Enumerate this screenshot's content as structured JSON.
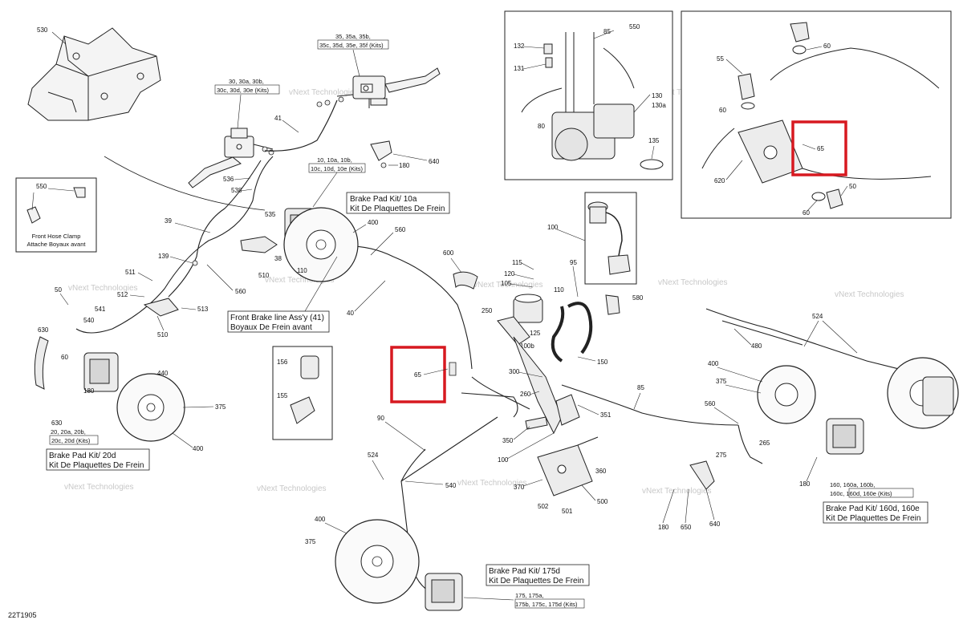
{
  "diagram_id": "22T1905",
  "callouts": {
    "c530": "530",
    "c550": "550",
    "c35": "35, 35a, 35b,",
    "c35k": "35c, 35d, 35e, 35f (Kits)",
    "c30": "30, 30a, 30b,",
    "c30k": "30c, 30d, 30e (Kits)",
    "c41": "41",
    "c536": "536",
    "c538": "538",
    "c10": "10, 10a, 10b,",
    "c10k": "10c, 10d, 10e (Kits)",
    "c180a": "180",
    "c640a": "640",
    "c39": "39",
    "c535": "535",
    "c400a": "400",
    "c560a": "560",
    "c38": "38",
    "c110a": "110",
    "c510a": "510",
    "c139": "139",
    "c511": "511",
    "c512": "512",
    "c560b": "560",
    "c50a": "50",
    "c541": "541",
    "c513": "513",
    "c540a": "540",
    "c510b": "510",
    "c40": "40",
    "c630a": "630",
    "c60a": "60",
    "c440": "440",
    "c180b": "180",
    "c630b": "630",
    "c20": "20, 20a, 20b,",
    "c20k": "20c, 20d (Kits)",
    "c375a": "375",
    "c400b": "400",
    "c156": "156",
    "c155": "155",
    "c65a": "65",
    "c90": "90",
    "c524a": "524",
    "c540b": "540",
    "c600": "600",
    "c115": "115",
    "c120": "120",
    "c105": "105",
    "c110b": "110",
    "c250": "250",
    "c125": "125",
    "c95": "95",
    "c580": "580",
    "c100a": "100b",
    "c150": "150",
    "c300": "300",
    "c260": "260",
    "c85a": "85",
    "c351": "351",
    "c350": "350",
    "c100b": "100",
    "c360": "360",
    "c370": "370",
    "c502": "502",
    "c501": "501",
    "c500": "500",
    "c100c": "100",
    "c132": "132",
    "c131": "131",
    "c85b": "85",
    "c550b": "550",
    "c130": "130",
    "c130a": "130a",
    "c80": "80",
    "c135": "135",
    "c55": "55",
    "c60b": "60",
    "c60c": "60",
    "c65b": "65",
    "c620": "620",
    "c50b": "50",
    "c60d": "60",
    "c524b": "524",
    "c480": "480",
    "c400c": "400",
    "c375b": "375",
    "c560c": "560",
    "c265": "265",
    "c275": "275",
    "c180c": "180",
    "c160": "160, 160a, 160b,",
    "c160k": "160c, 160d, 160e (Kits)",
    "c180d": "180",
    "c650": "650",
    "c640b": "640",
    "c400d": "400",
    "c375c": "375",
    "c175": "175, 175a,",
    "c175k": "175b, 175c, 175d (Kits)"
  },
  "boxes": {
    "clamp_title_1": "Front Hose Clamp",
    "clamp_title_2": "Attache Boyaux avant",
    "pad_10a_1": "Brake Pad Kit/ 10a",
    "pad_10a_2": "Kit De Plaquettes De Frein",
    "front_line_1": "Front Brake line Ass'y (41)",
    "front_line_2": "Boyaux De Frein avant",
    "pad_20d_1": "Brake Pad Kit/ 20d",
    "pad_20d_2": "Kit De Plaquettes De Frein",
    "pad_160_1": "Brake Pad Kit/ 160d, 160e",
    "pad_160_2": "Kit De Plaquettes De Frein",
    "pad_175d_1": "Brake Pad Kit/ 175d",
    "pad_175d_2": "Kit De Plaquettes De Frein"
  },
  "watermark": "vNext Technologies",
  "highlight_color": "#d71920"
}
